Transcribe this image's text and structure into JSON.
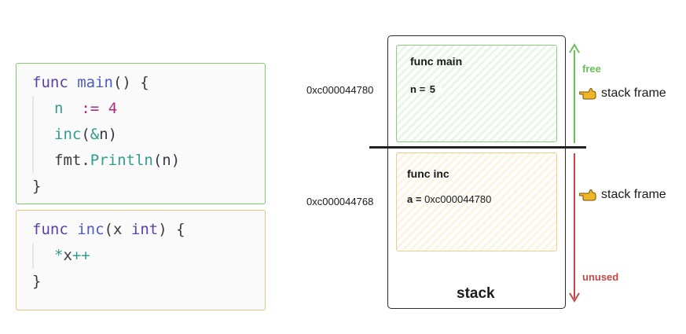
{
  "code": {
    "main": [
      {
        "t": "func main() {"
      },
      {
        "t": "n  := 4"
      },
      {
        "t": "inc(&n)"
      },
      {
        "t": "fmt.Println(n)"
      },
      {
        "t": "}"
      }
    ],
    "inc": [
      {
        "t": "func inc(x int) {"
      },
      {
        "t": "*x++"
      },
      {
        "t": "}"
      }
    ]
  },
  "stack": {
    "label": "stack",
    "frames": {
      "main": {
        "title": "func main",
        "var_name": "n",
        "var_eq": " = ",
        "var_value": "5",
        "address": "0xc000044780"
      },
      "inc": {
        "title": "func inc",
        "var_name": "a",
        "var_eq": " = ",
        "var_value": "0xc000044780",
        "address": "0xc000044768"
      }
    },
    "free_label": "free",
    "unused_label": "unused",
    "frame_label": "stack frame"
  },
  "colors": {
    "main_border": "#86c777",
    "inc_border": "#e2c57e",
    "free_arrow": "#6abf55",
    "unused_arrow": "#c24848",
    "hand_icon": "#f0b429"
  }
}
